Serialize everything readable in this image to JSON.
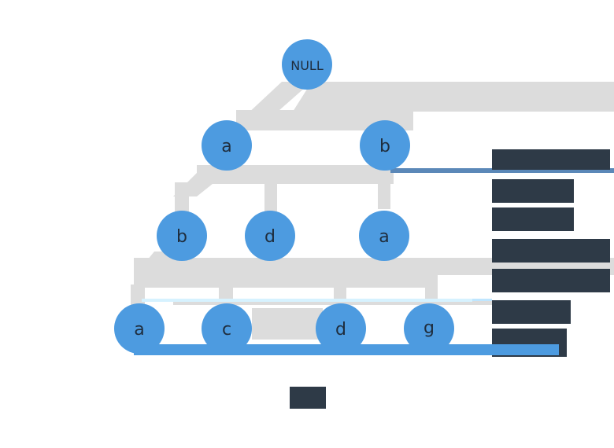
{
  "diagram": {
    "type": "trie",
    "colors": {
      "node_fill": "#4d9be0",
      "edge_gray": "#dcdcdc",
      "label_text": "#1f2d3d",
      "dark_block": "#2e3a47",
      "accent_line": "#5b88b8",
      "base_blue": "#4d9be0"
    },
    "nodes": [
      {
        "id": "root",
        "label": "NULL"
      },
      {
        "id": "l1a",
        "label": "a"
      },
      {
        "id": "l1b",
        "label": "b"
      },
      {
        "id": "l2b",
        "label": "b"
      },
      {
        "id": "l2d",
        "label": "d"
      },
      {
        "id": "l2a",
        "label": "a"
      },
      {
        "id": "l3a",
        "label": "a"
      },
      {
        "id": "l3c",
        "label": "c"
      },
      {
        "id": "l3d",
        "label": "d"
      },
      {
        "id": "l3g",
        "label": "g"
      }
    ]
  }
}
